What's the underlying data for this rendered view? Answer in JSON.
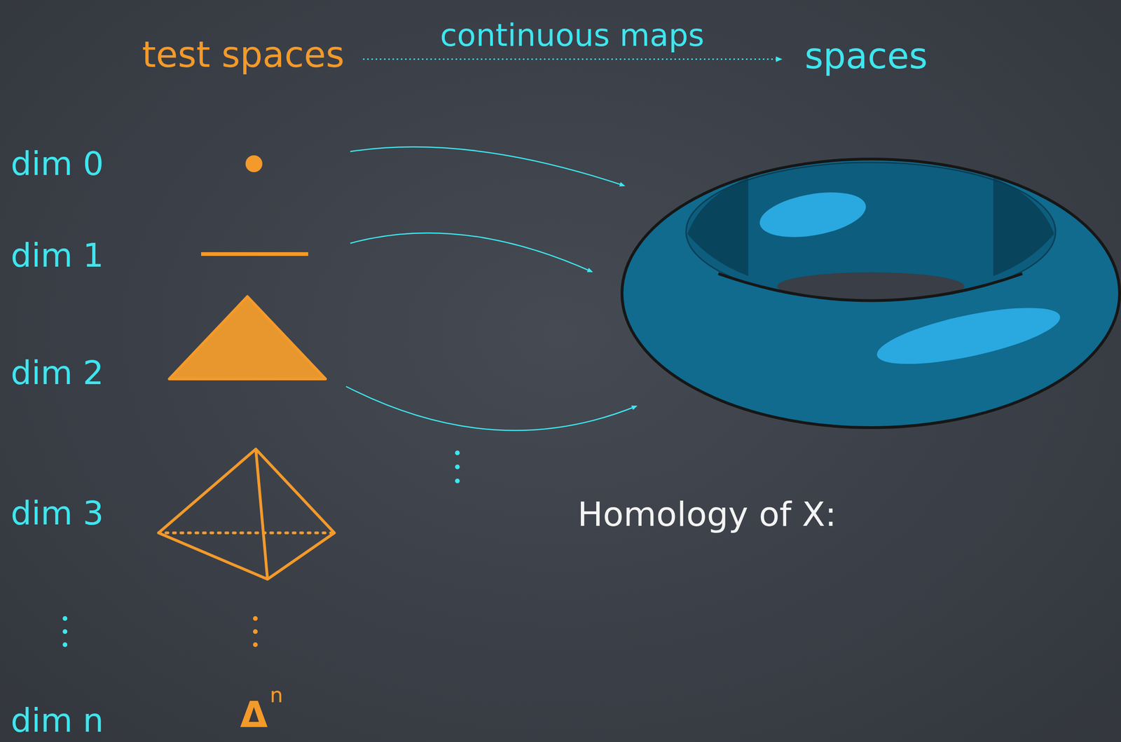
{
  "diagram": {
    "nodes": [
      {
        "text": [
          "test spaces"
        ]
      },
      {
        "text": [
          "spaces"
        ]
      }
    ],
    "edges": [
      {
        "from": 0,
        "to": 1,
        "label": "continuous maps",
        "arrow": "to"
      }
    ],
    "labels": [
      "dim 0",
      "dim 1",
      "dim 2",
      "dim 3",
      "dim n",
      "Δ",
      "n",
      "Homology of X:"
    ]
  }
}
